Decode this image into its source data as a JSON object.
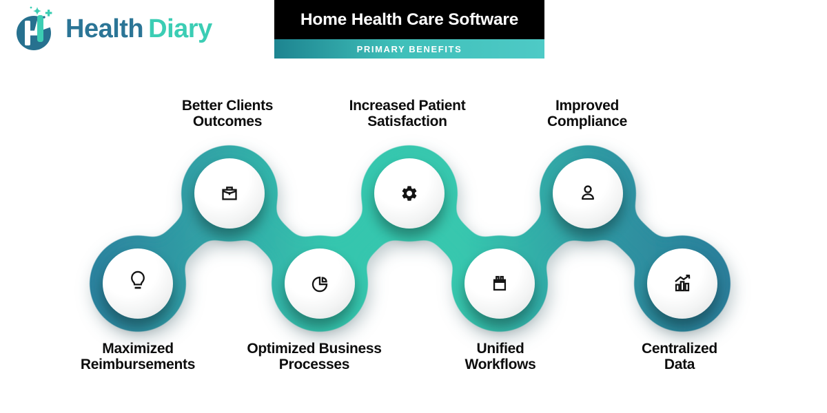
{
  "brand": {
    "name_primary": "Health",
    "name_secondary": "Diary",
    "logo_icon": "h-sparkle-logo"
  },
  "banner": {
    "title": "Home Health Care Software",
    "subtitle": "PRIMARY BENEFITS"
  },
  "benefits": [
    {
      "label": "Maximized Reimbursements",
      "icon": "lightbulb-icon",
      "position": "bottom"
    },
    {
      "label": "Better Clients Outcomes",
      "icon": "briefcase-icon",
      "position": "top"
    },
    {
      "label": "Optimized Business Processes",
      "icon": "pie-chart-icon",
      "position": "bottom"
    },
    {
      "label": "Increased Patient Satisfaction",
      "icon": "gear-icon",
      "position": "top"
    },
    {
      "label": "Unified Workflows",
      "icon": "calendar-icon",
      "position": "bottom"
    },
    {
      "label": "Improved Compliance",
      "icon": "person-icon",
      "position": "top"
    },
    {
      "label": "Centralized Data",
      "icon": "bar-chart-arrow-icon",
      "position": "bottom"
    }
  ],
  "colors": {
    "chain_edge": "#2b7e9d",
    "chain_center": "#37c7ae",
    "banner_bg": "#000000",
    "subtitle_gradient_left": "#1d8490",
    "subtitle_gradient_right": "#4ecac6",
    "brand_primary": "#2b7596",
    "brand_secondary": "#3bcdb4",
    "label_text": "#0d0d0d"
  }
}
